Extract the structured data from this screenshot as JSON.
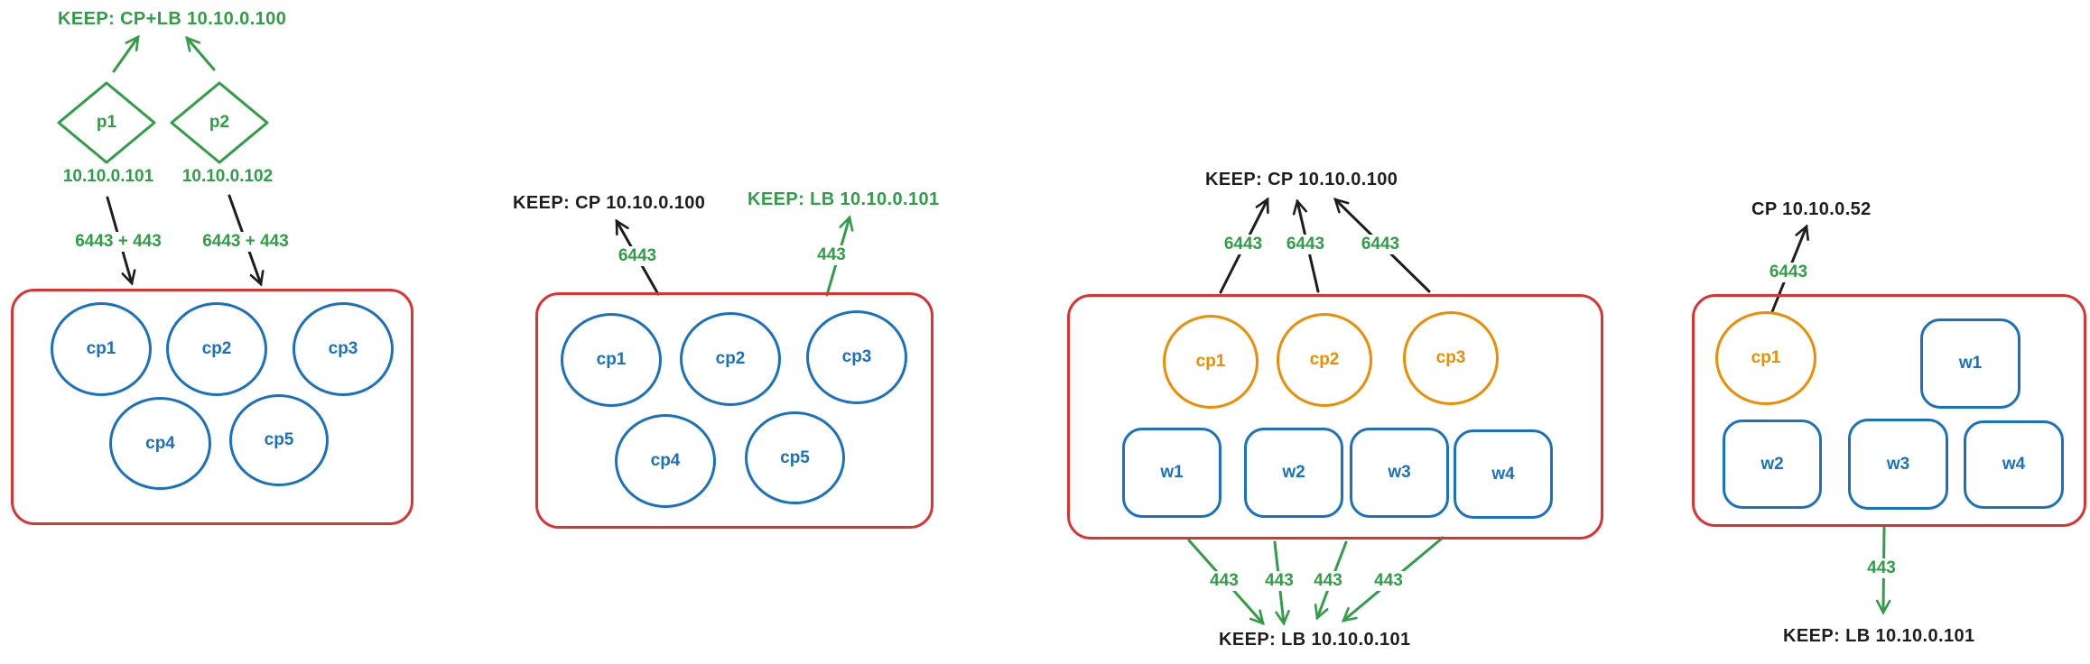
{
  "colors": {
    "red": "#e03131",
    "blue": "#1971c2",
    "green": "#2f9e44",
    "orange": "#f08c00",
    "ink": "#1e1e1e"
  },
  "cluster1": {
    "heading": "KEEP: CP+LB 10.10.0.100",
    "balancer1": {
      "label": "p1",
      "ip": "10.10.0.101",
      "ports": "6443 + 443"
    },
    "balancer2": {
      "label": "p2",
      "ip": "10.10.0.102",
      "ports": "6443 + 443"
    },
    "nodes": {
      "cp1": "cp1",
      "cp2": "cp2",
      "cp3": "cp3",
      "cp4": "cp4",
      "cp5": "cp5"
    }
  },
  "cluster2": {
    "heading_cp": "KEEP: CP 10.10.0.100",
    "heading_lb": "KEEP: LB 10.10.0.101",
    "port_cp": "6443",
    "port_lb": "443",
    "nodes": {
      "cp1": "cp1",
      "cp2": "cp2",
      "cp3": "cp3",
      "cp4": "cp4",
      "cp5": "cp5"
    }
  },
  "cluster3": {
    "heading": "KEEP: CP 10.10.0.100",
    "cp_ports": [
      "6443",
      "6443",
      "6443"
    ],
    "control_nodes": {
      "cp1": "cp1",
      "cp2": "cp2",
      "cp3": "cp3"
    },
    "workers": {
      "w1": "w1",
      "w2": "w2",
      "w3": "w3",
      "w4": "w4"
    },
    "lb_ports": [
      "443",
      "443",
      "443",
      "443"
    ],
    "footer": "KEEP: LB 10.10.0.101"
  },
  "cluster4": {
    "heading": "CP 10.10.0.52",
    "cp_port": "6443",
    "control_nodes": {
      "cp1": "cp1"
    },
    "workers": {
      "w1": "w1",
      "w2": "w2",
      "w3": "w3",
      "w4": "w4"
    },
    "lb_port": "443",
    "footer": "KEEP: LB 10.10.0.101"
  }
}
